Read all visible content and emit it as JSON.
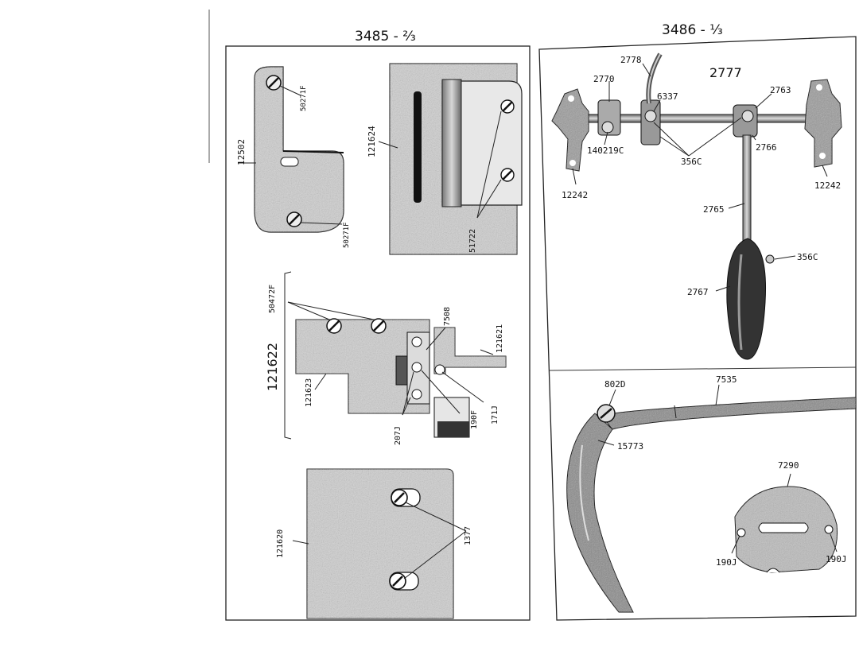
{
  "plates": {
    "left_title": "3485 - ⅔",
    "right_title": "3486 - ⅓"
  },
  "left": {
    "label_12502": "12502",
    "label_50271f_top": "50271F",
    "label_50271f_bottom": "50271F",
    "label_121624": "121624",
    "label_51722": "51722",
    "label_50472f": "50472F",
    "label_121622": "121622",
    "label_121623": "121623",
    "label_7508": "7508",
    "label_121621": "121621",
    "label_207j": "207J",
    "label_190f": "190F",
    "label_171j": "171J",
    "label_121620": "121620",
    "label_1377": "1377"
  },
  "right_top": {
    "label_2778": "2778",
    "label_2770": "2770",
    "label_2777": "2777",
    "label_2763": "2763",
    "label_6337": "6337",
    "label_140219c": "140219C",
    "label_356c_mid": "356C",
    "label_2766": "2766",
    "label_12242_left": "12242",
    "label_12242_right": "12242",
    "label_2765": "2765",
    "label_356c_knob": "356C",
    "label_2767": "2767"
  },
  "right_bottom": {
    "label_802d": "802D",
    "label_7535": "7535",
    "label_15773": "15773",
    "label_7290": "7290",
    "label_190j_left": "190J",
    "label_190j_right": "190J"
  }
}
